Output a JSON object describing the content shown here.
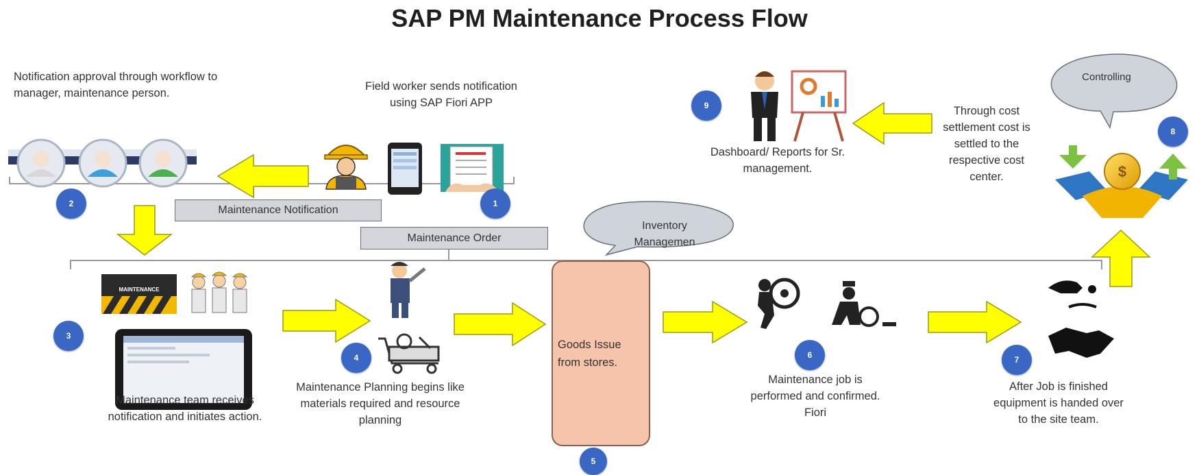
{
  "title": "SAP PM Maintenance Process Flow",
  "boxes": {
    "maintenance_notification": "Maintenance Notification",
    "maintenance_order": "Maintenance Order"
  },
  "bubbles": {
    "inventory": "Inventory Managemen",
    "controlling": "Controlling"
  },
  "steps": [
    {
      "number": "1",
      "text": "Field worker sends notification using SAP Fiori APP"
    },
    {
      "number": "2",
      "text": "Notification approval through workflow to manager, maintenance person."
    },
    {
      "number": "3",
      "text": "Maintenance team receives notification and initiates action."
    },
    {
      "number": "4",
      "text": "Maintenance Planning begins like materials required and resource planning"
    },
    {
      "number": "5",
      "text": "Goods Issue from stores."
    },
    {
      "number": "6",
      "text": "Maintenance job is performed and confirmed. Fiori"
    },
    {
      "number": "7",
      "text": "After Job is finished equipment is handed over to the site team."
    },
    {
      "number": "8",
      "text": "Through cost settlement cost is settled to the respective cost center."
    },
    {
      "number": "9",
      "text": "Dashboard/ Reports for Sr. management."
    }
  ],
  "icons": {
    "maintenance_sign_text": "MAINTENANCE"
  },
  "colors": {
    "arrow": "#ffff00",
    "arrow_outline": "#9a9a1a",
    "badge": "#3a66c4",
    "goods_box": "#f6c3ab",
    "label_box": "#d3d5da"
  }
}
